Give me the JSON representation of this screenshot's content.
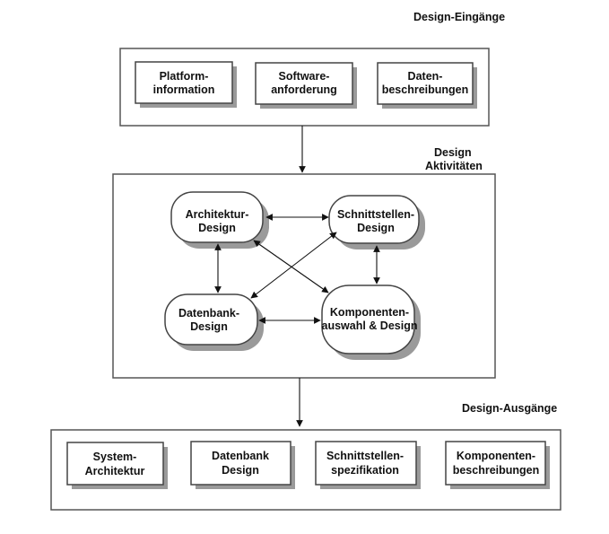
{
  "headings": {
    "inputs": "Design-Eingänge",
    "activities_line1": "Design",
    "activities_line2": "Aktivitäten",
    "outputs": "Design-Ausgänge"
  },
  "inputs": [
    {
      "line1": "Platform-",
      "line2": "information"
    },
    {
      "line1": "Software-",
      "line2": "anforderung"
    },
    {
      "line1": "Daten-",
      "line2": "beschreibungen"
    }
  ],
  "activities": {
    "architecture": {
      "line1": "Architektur-",
      "line2": "Design"
    },
    "interface": {
      "line1": "Schnittstellen-",
      "line2": "Design"
    },
    "database": {
      "line1": "Datenbank-",
      "line2": "Design"
    },
    "component": {
      "line1": "Komponenten-",
      "line2": "auswahl & Design"
    }
  },
  "outputs": [
    {
      "line1": "System-",
      "line2": "Architektur"
    },
    {
      "line1": "Datenbank",
      "line2": "Design"
    },
    {
      "line1": "Schnittstellen-",
      "line2": "spezifikation"
    },
    {
      "line1": "Komponenten-",
      "line2": "beschreibungen"
    }
  ]
}
